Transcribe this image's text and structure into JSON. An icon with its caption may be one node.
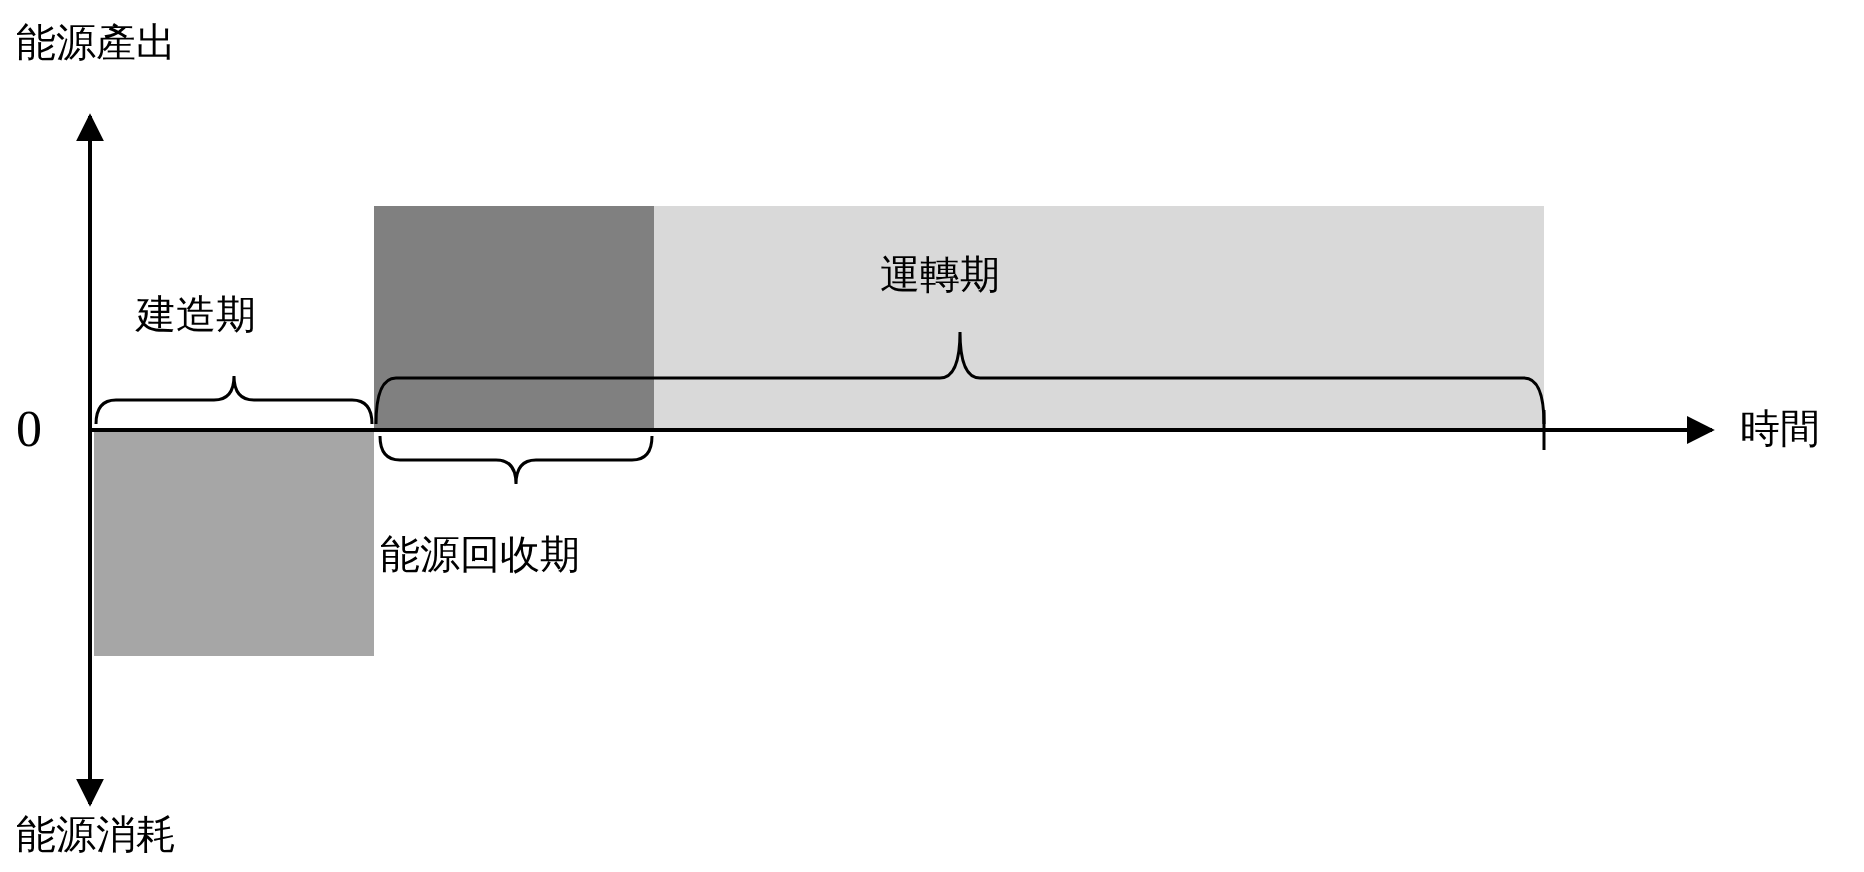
{
  "diagram": {
    "nodes": [
      {
        "text": [],
        "shape": "bar"
      },
      {
        "text": [],
        "shape": "bar"
      },
      {
        "text": [],
        "shape": "bar",
        "in": 1
      }
    ],
    "labels": [
      "能源產出",
      "建造期",
      "運轉期",
      "0",
      "時間",
      "能源回收期",
      "能源消耗"
    ]
  }
}
